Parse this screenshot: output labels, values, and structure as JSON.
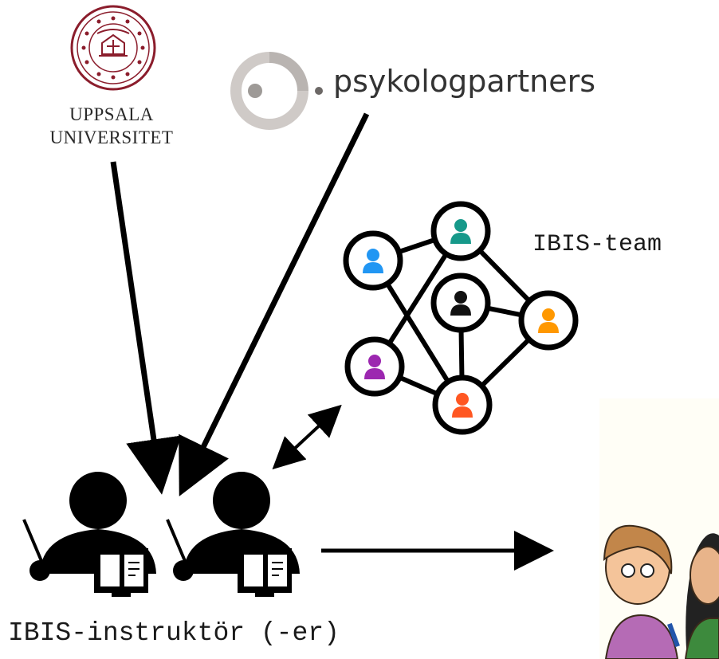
{
  "university": {
    "line1": "UPPSALA",
    "line2": "UNIVERSITET",
    "seal_color": "#8b1d2c"
  },
  "partner": {
    "name": "psykologpartners"
  },
  "team": {
    "label": "IBIS-team",
    "member_colors": [
      "#2196f3",
      "#16998a",
      "#111111",
      "#ff9800",
      "#9c27b0",
      "#ff5722"
    ]
  },
  "instructors": {
    "label": "IBIS-instruktör (-er)"
  }
}
